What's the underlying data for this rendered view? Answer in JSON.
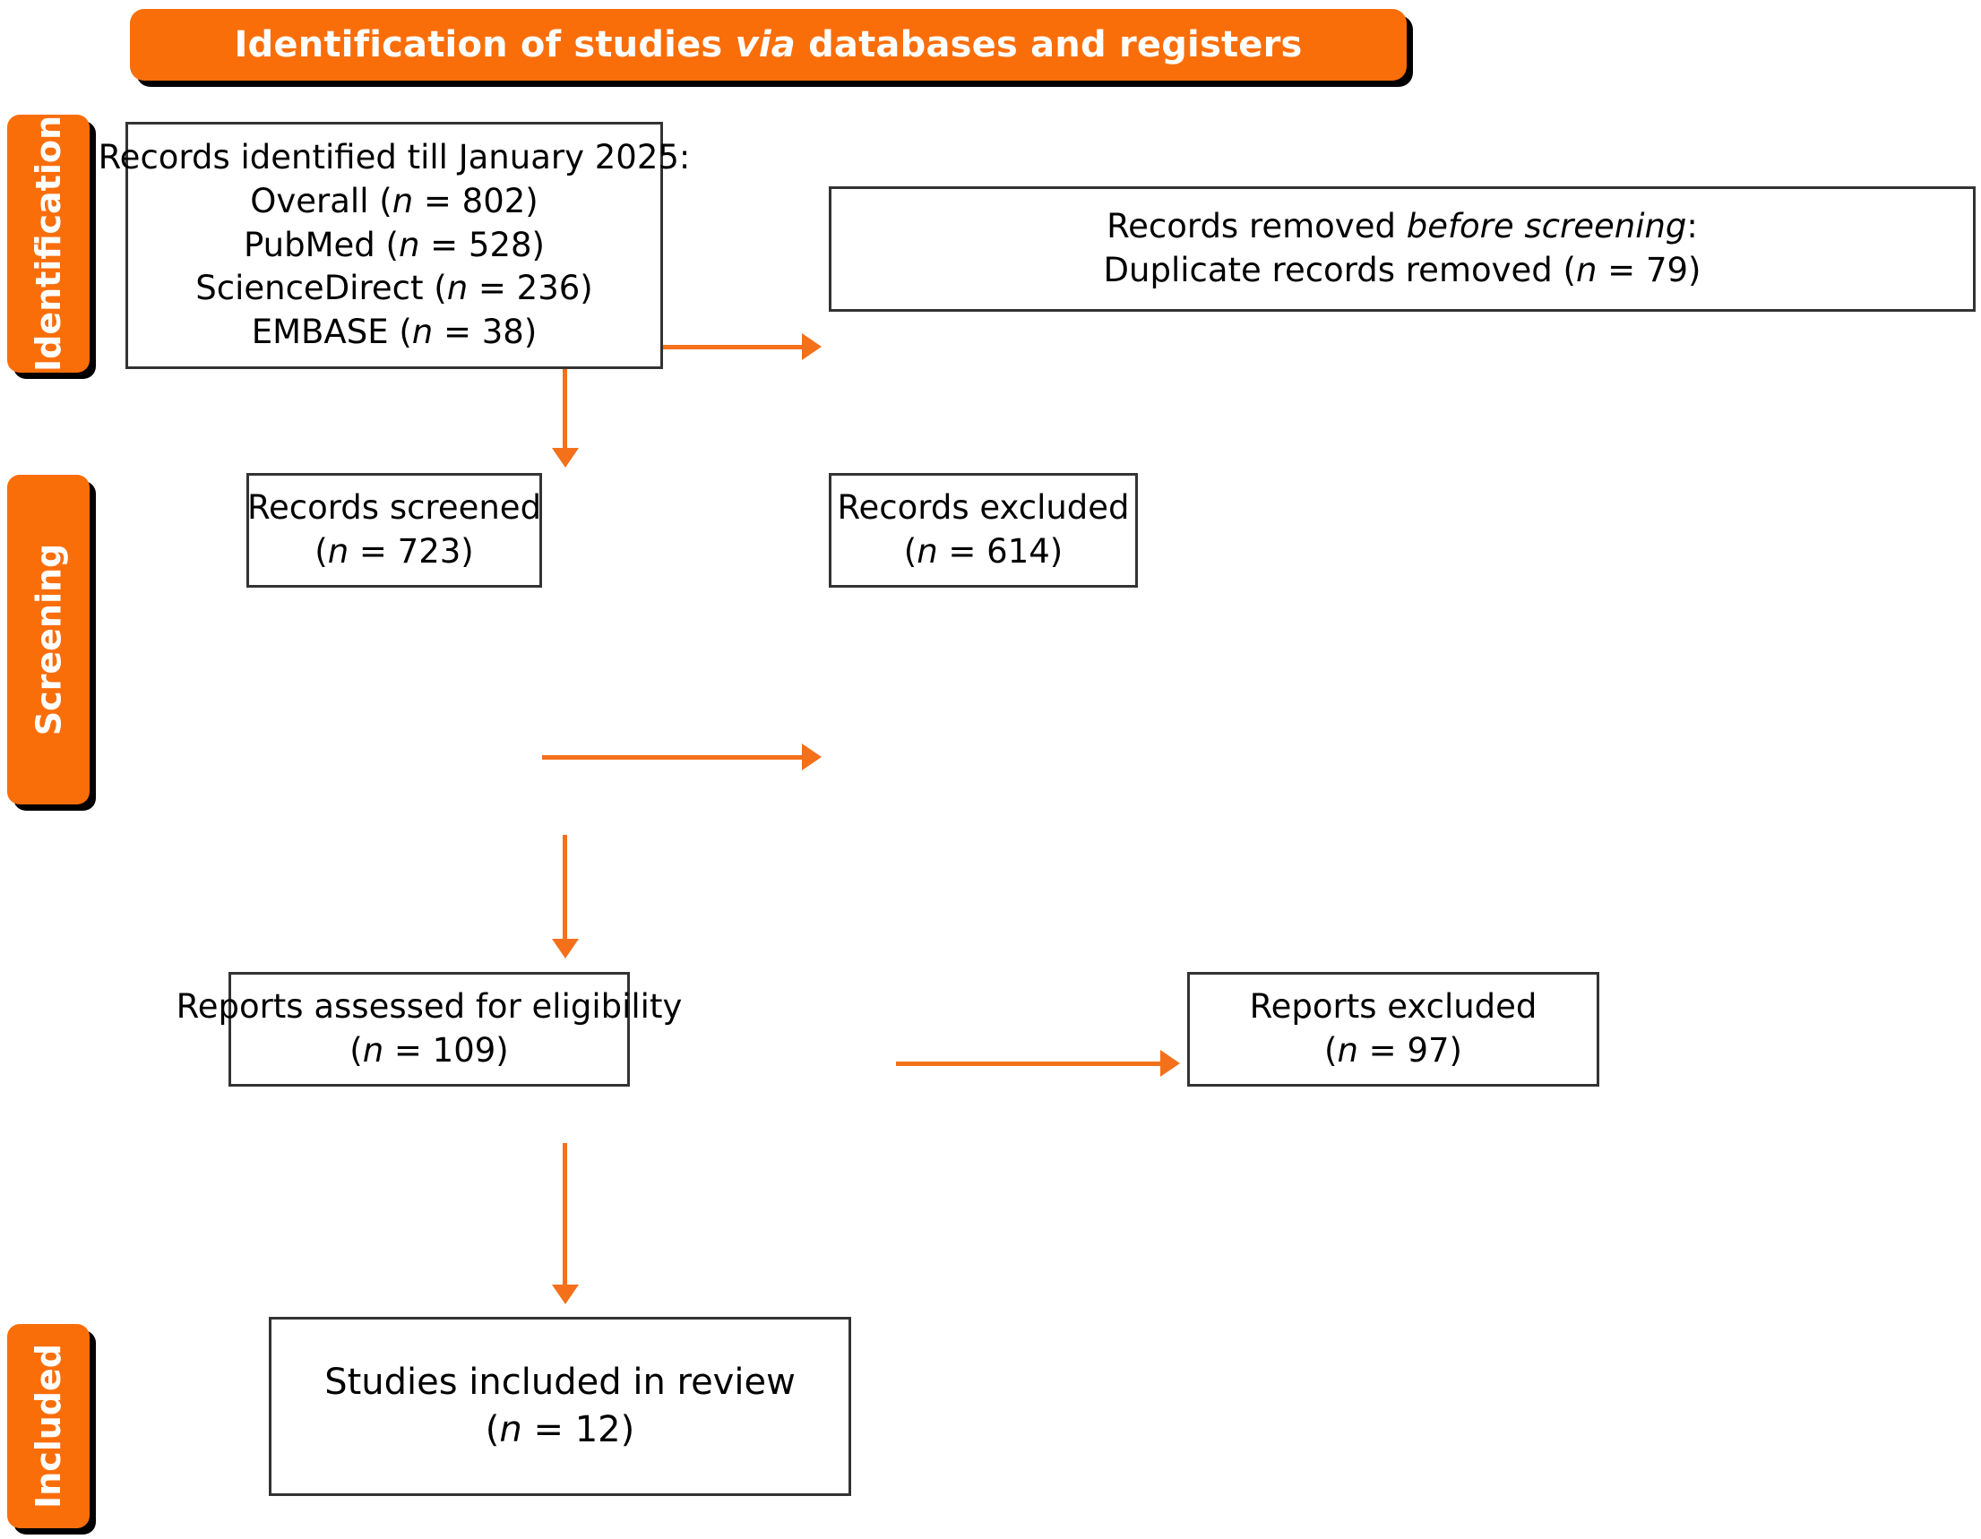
{
  "colors": {
    "accent_orange": "#FA6E0A",
    "connector_orange": "#F4701B",
    "box_border": "#333333",
    "header_text": "#FFFFFF",
    "body_text": "#000000"
  },
  "header": {
    "title_part1": "Identification of studies ",
    "title_italic": "via",
    "title_part2": " databases and registers"
  },
  "stages": [
    {
      "label": "Identification"
    },
    {
      "label": "Screening"
    },
    {
      "label": "Included"
    }
  ],
  "boxes": {
    "identified": {
      "line1": "Records identified till January 2025:",
      "line2_text": "Overall (",
      "line2_n": "n",
      "line2_val": " = 802)",
      "line3_text": "PubMed (",
      "line3_n": "n",
      "line3_val": " = 528)",
      "line4_text": "ScienceDirect (",
      "line4_n": "n",
      "line4_val": " = 236)",
      "line5_text": "EMBASE (",
      "line5_n": "n",
      "line5_val": " = 38)"
    },
    "removed_before_screening": {
      "line1_text": "Records removed ",
      "line1_italic": "before screening",
      "line1_colon": ":",
      "line2_text": "Duplicate records removed (",
      "line2_n": "n",
      "line2_val": " = 79)"
    },
    "records_screened": {
      "line1": "Records screened",
      "line2_open": "(",
      "line2_n": "n",
      "line2_val": " = 723)"
    },
    "records_excluded": {
      "line1": "Records excluded",
      "line2_open": "(",
      "line2_n": "n",
      "line2_val": " = 614)"
    },
    "reports_assessed": {
      "line1": "Reports assessed for eligibility",
      "line2_open": "(",
      "line2_n": "n",
      "line2_val": " = 109)"
    },
    "reports_excluded": {
      "line1": "Reports excluded",
      "line2_open": "(",
      "line2_n": "n",
      "line2_val": " = 97)"
    },
    "studies_included": {
      "line1": "Studies included in review",
      "line2_open": "(",
      "line2_n": "n",
      "line2_val": " = 12)"
    }
  },
  "flow_data": {
    "type": "prisma-flow",
    "title": "Identification of studies via databases and registers",
    "nodes": [
      {
        "id": "identified",
        "stage": "Identification",
        "label": "Records identified till January 2025",
        "counts": {
          "Overall": 802,
          "PubMed": 528,
          "ScienceDirect": 236,
          "EMBASE": 38
        }
      },
      {
        "id": "removed_before_screening",
        "stage": "Identification",
        "label": "Records removed before screening: Duplicate records removed",
        "n": 79
      },
      {
        "id": "records_screened",
        "stage": "Screening",
        "label": "Records screened",
        "n": 723
      },
      {
        "id": "records_excluded",
        "stage": "Screening",
        "label": "Records excluded",
        "n": 614
      },
      {
        "id": "reports_assessed",
        "stage": "Screening",
        "label": "Reports assessed for eligibility",
        "n": 109
      },
      {
        "id": "reports_excluded",
        "stage": "Screening",
        "label": "Reports excluded",
        "n": 97
      },
      {
        "id": "studies_included",
        "stage": "Included",
        "label": "Studies included in review",
        "n": 12
      }
    ],
    "edges": [
      {
        "from": "identified",
        "to": "removed_before_screening",
        "direction": "right"
      },
      {
        "from": "identified",
        "to": "records_screened",
        "direction": "down"
      },
      {
        "from": "records_screened",
        "to": "records_excluded",
        "direction": "right"
      },
      {
        "from": "records_screened",
        "to": "reports_assessed",
        "direction": "down"
      },
      {
        "from": "reports_assessed",
        "to": "reports_excluded",
        "direction": "right"
      },
      {
        "from": "reports_assessed",
        "to": "studies_included",
        "direction": "down"
      }
    ]
  }
}
